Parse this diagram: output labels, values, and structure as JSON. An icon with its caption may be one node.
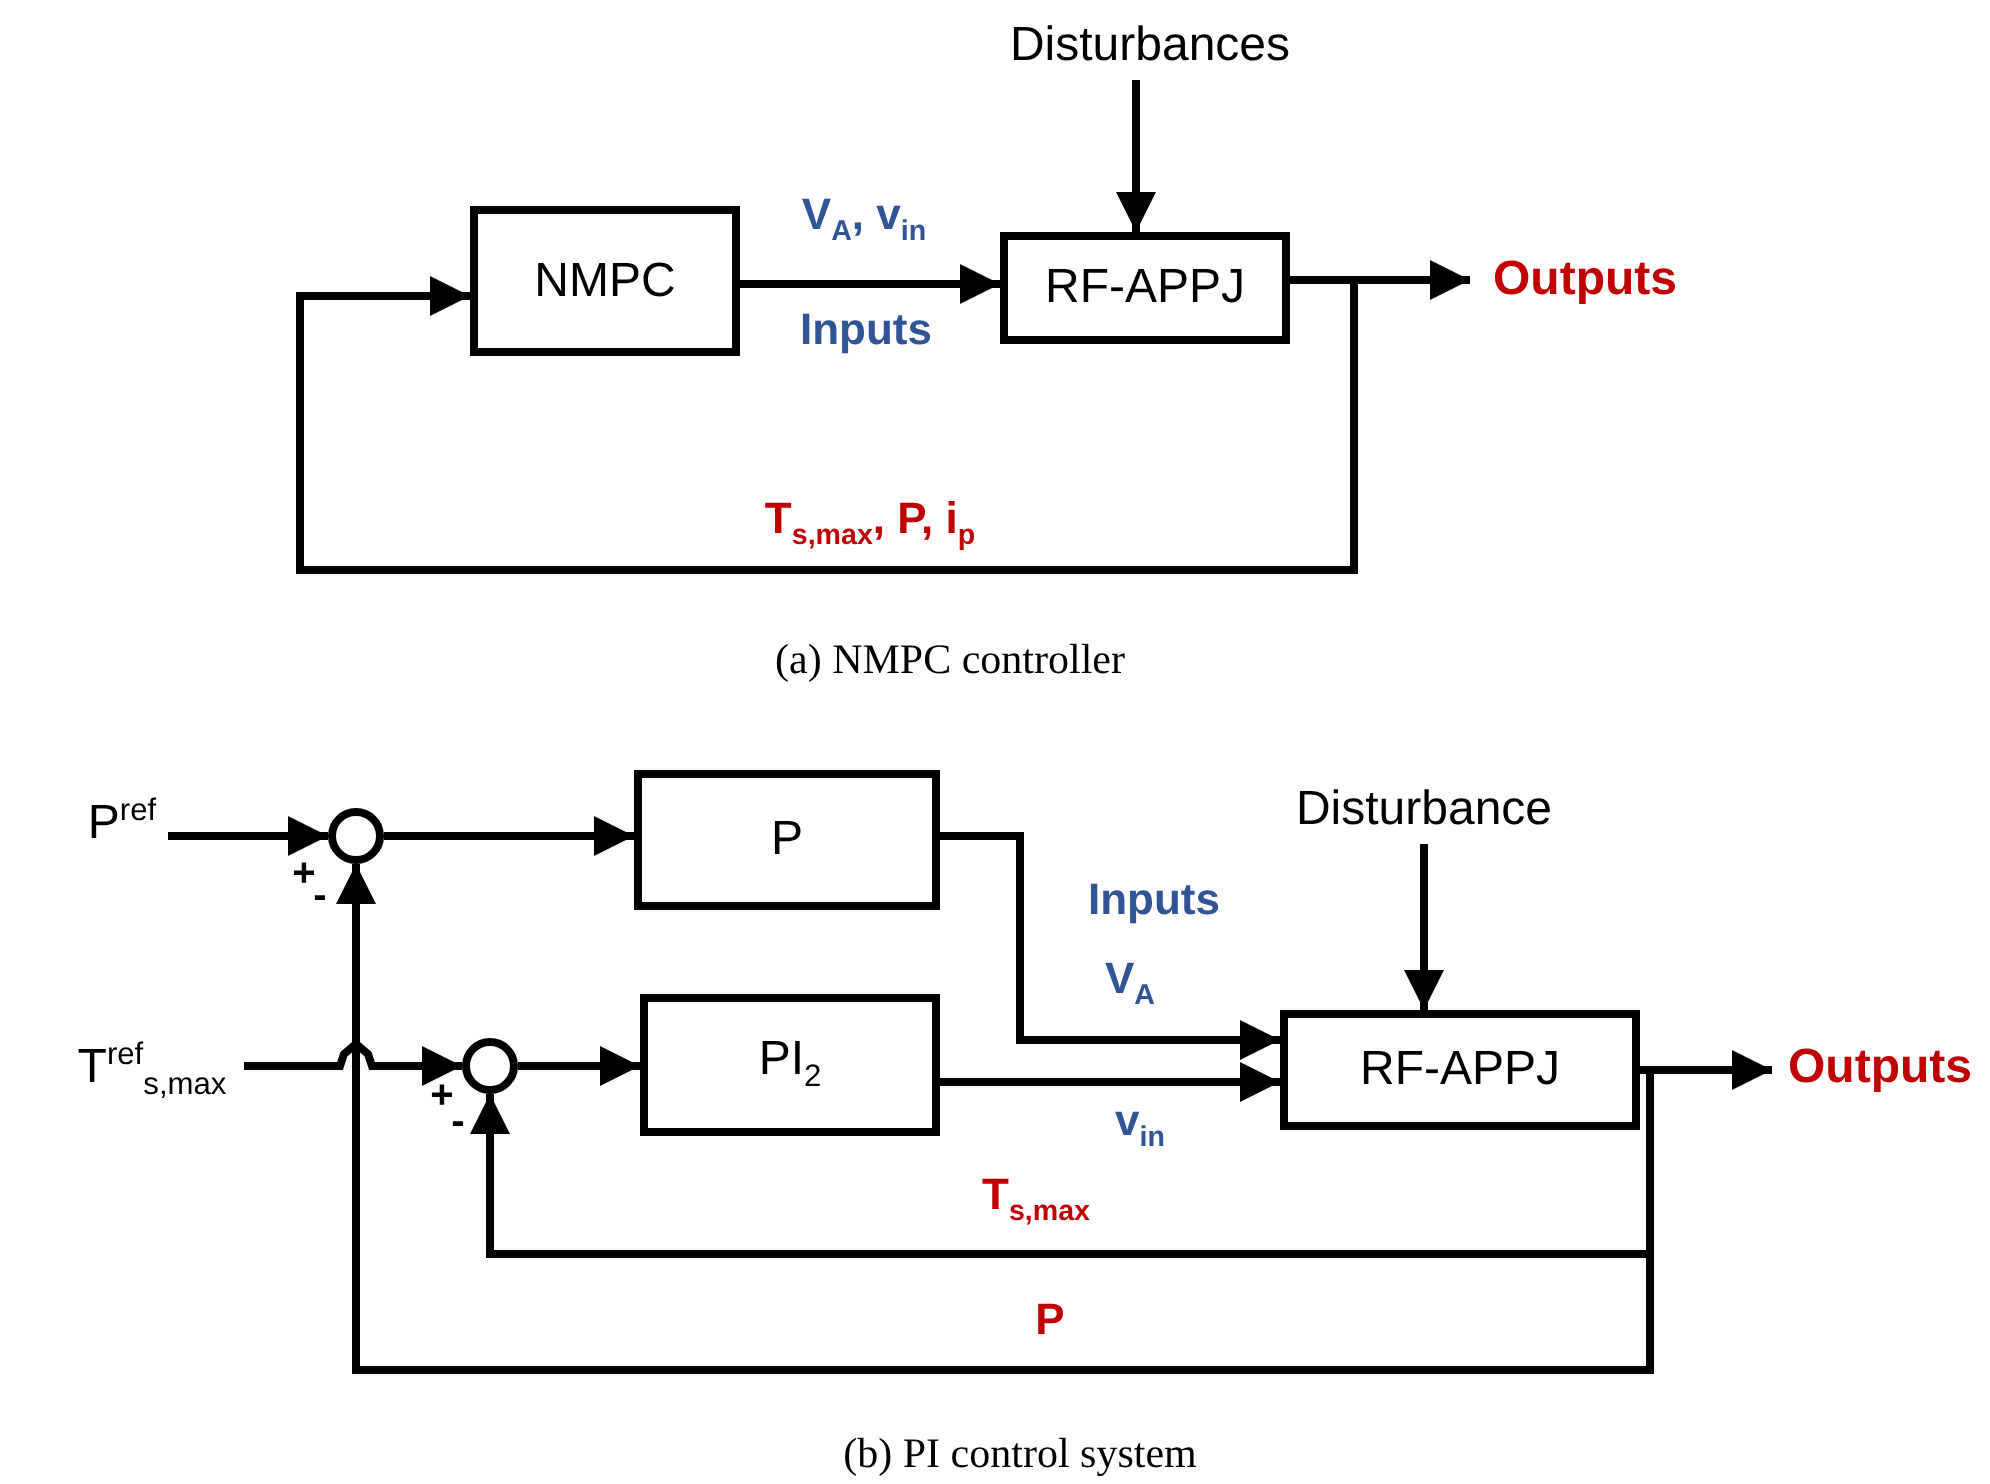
{
  "diagram": {
    "nodes": [
      {
        "text": [
          "NMPC"
        ]
      },
      {
        "text": [
          "RF-APPJ"
        ]
      },
      {
        "text": [
          "Disturbances"
        ]
      },
      {
        "text": [
          "Outputs"
        ]
      },
      {
        "text": [
          "P$^{ref}$"
        ]
      },
      {
        "text": [],
        "shape": "circle",
        "beside": [
          "+",
          "-"
        ]
      },
      {
        "text": [
          "P"
        ]
      },
      {
        "text": [
          "T$^{ref}$$_{s,max}$"
        ]
      },
      {
        "text": [],
        "shape": "circle",
        "beside": [
          "+",
          "-"
        ]
      },
      {
        "text": [
          "PI$_{2}$"
        ]
      },
      {
        "text": [
          "Disturbance"
        ]
      },
      {
        "text": [
          "RF-APPJ"
        ]
      },
      {
        "text": [
          "Outputs"
        ]
      }
    ],
    "edges": [
      {
        "from": 0,
        "to": 1,
        "arrow": "to",
        "label": "V$_{A}$, v$_{in}$"
      },
      {
        "from": 2,
        "to": 1,
        "arrow": "to"
      },
      {
        "from": 1,
        "to": 3,
        "arrow": "to"
      },
      {
        "from": 1,
        "to": 0,
        "arrow": "to",
        "label": "T$_{s,max}$, P, i$_{p}$"
      },
      {
        "from": 4,
        "to": 5,
        "arrow": "to"
      },
      {
        "from": 5,
        "to": 6,
        "arrow": "to"
      },
      {
        "from": 6,
        "to": 11,
        "arrow": "to",
        "label": "V$_{A}$"
      },
      {
        "from": 7,
        "to": 8,
        "arrow": "to"
      },
      {
        "from": 8,
        "to": 9,
        "arrow": "to"
      },
      {
        "from": 9,
        "to": 11,
        "arrow": "to",
        "label": "v$_{in}$"
      },
      {
        "from": 10,
        "to": 11,
        "arrow": "to"
      },
      {
        "from": 11,
        "to": 12,
        "arrow": "to"
      },
      {
        "from": 11,
        "to": 8,
        "arrow": "to",
        "label": "T$_{s,max}$"
      },
      {
        "from": 11,
        "to": 5,
        "arrow": "to",
        "label": "P"
      }
    ],
    "labels": [
      "Inputs",
      "(a) NMPC controller",
      "Inputs",
      "(b) PI control system"
    ]
  }
}
